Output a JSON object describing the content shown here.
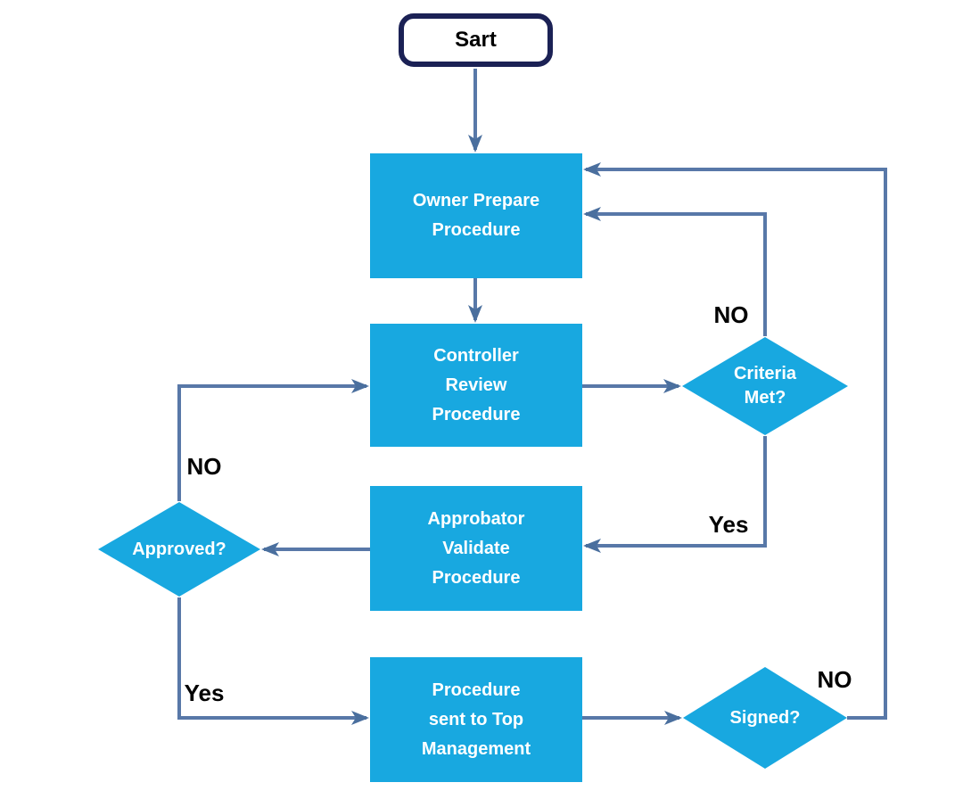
{
  "diagram": {
    "type": "flowchart",
    "colors": {
      "node_fill": "#18a8e0",
      "node_text": "#ffffff",
      "connector": "#5878a8",
      "connector_head": "#4a6f9e",
      "start_border": "#1b2155",
      "label_text": "#000000"
    },
    "nodes": {
      "start": {
        "label": "Sart",
        "shape": "rounded-rectangle"
      },
      "owner": {
        "lines": [
          "Owner Prepare",
          "Procedure"
        ],
        "shape": "rectangle"
      },
      "controller": {
        "lines": [
          "Controller",
          "Review",
          "Procedure"
        ],
        "shape": "rectangle"
      },
      "criteria": {
        "lines": [
          "Criteria",
          "Met?"
        ],
        "shape": "diamond"
      },
      "approbator": {
        "lines": [
          "Approbator",
          "Validate",
          "Procedure"
        ],
        "shape": "rectangle"
      },
      "approved": {
        "label": "Approved?",
        "shape": "diamond"
      },
      "top_mgmt": {
        "lines": [
          "Procedure",
          "sent to Top",
          "Management"
        ],
        "shape": "rectangle"
      },
      "signed": {
        "label": "Signed?",
        "shape": "diamond"
      }
    },
    "edge_labels": {
      "criteria_no": "NO",
      "criteria_yes": "Yes",
      "approved_no": "NO",
      "approved_yes": "Yes",
      "signed_no": "NO"
    },
    "flow": [
      "start -> owner",
      "owner -> controller",
      "controller -> criteria",
      "criteria -NO-> owner",
      "criteria -Yes-> approbator",
      "approbator -> approved",
      "approved -NO-> controller",
      "approved -Yes-> top_mgmt",
      "top_mgmt -> signed",
      "signed -NO-> owner"
    ]
  }
}
